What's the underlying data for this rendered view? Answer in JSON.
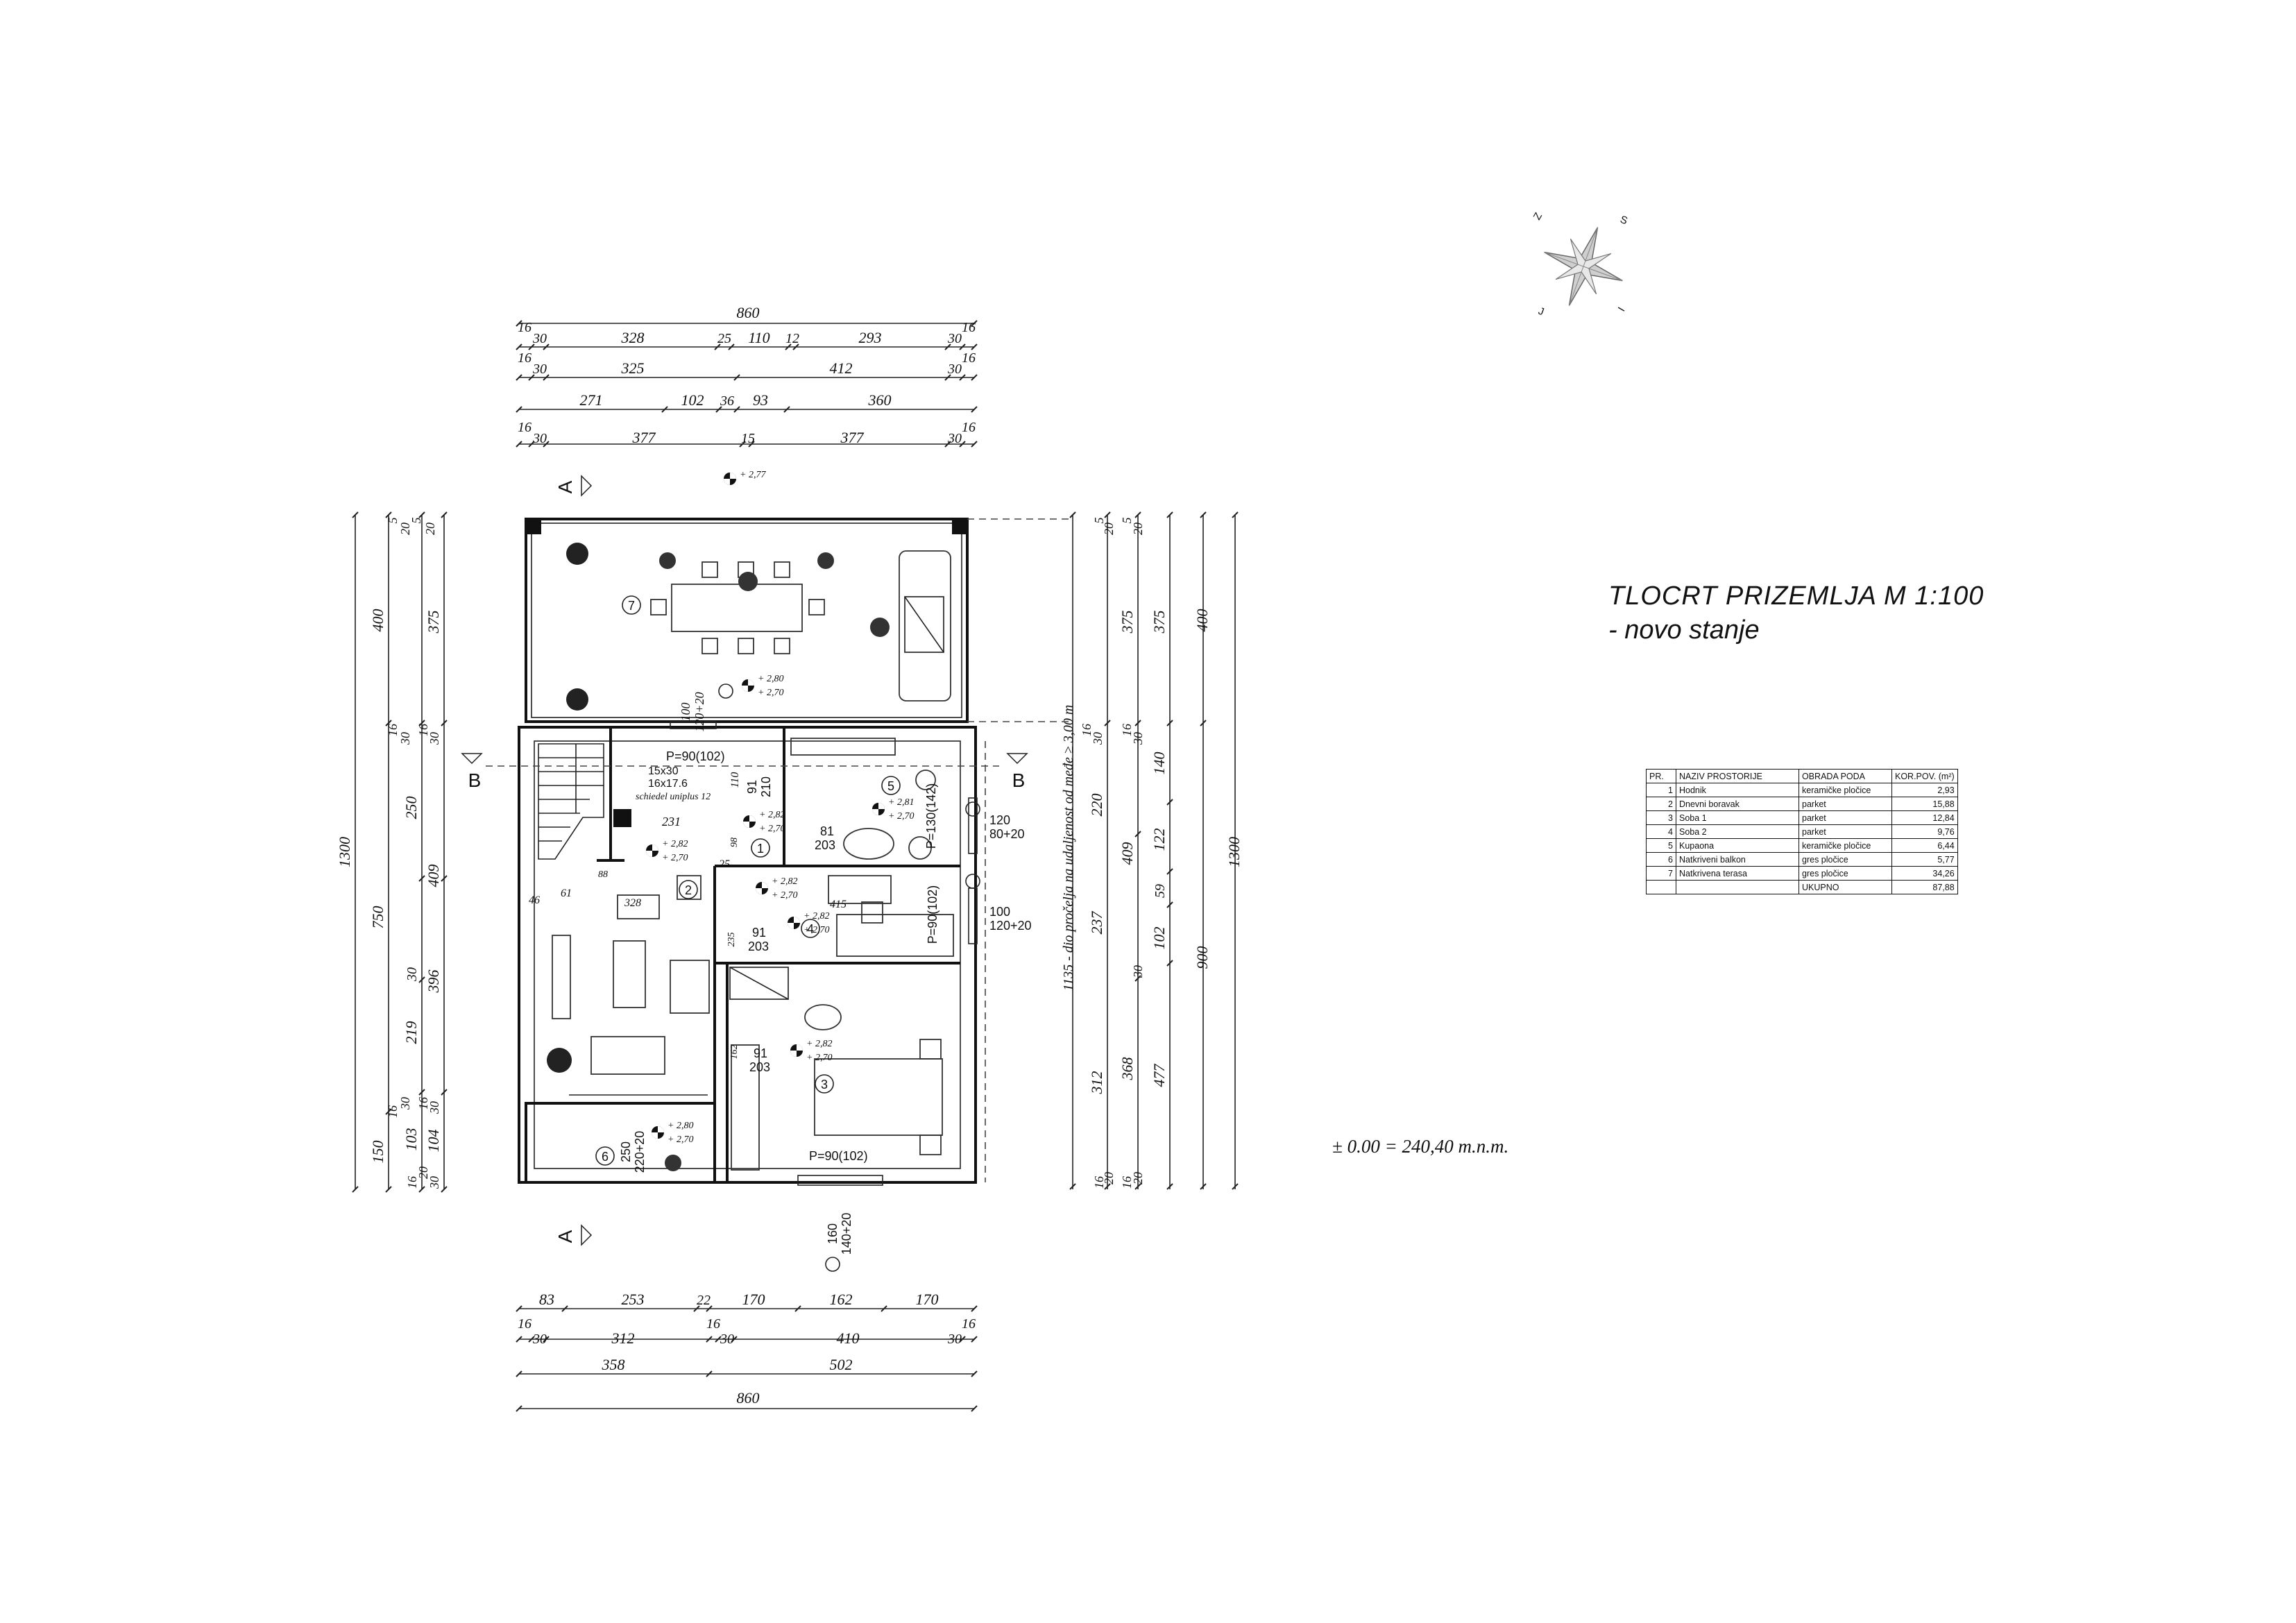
{
  "title": {
    "line1": "TLOCRT PRIZEMLJA  M 1:100",
    "line2": "- novo stanje"
  },
  "elevation_note": "± 0.00 = 240,40 m.n.m.",
  "compass": {
    "letters": [
      "S",
      "Z",
      "J",
      "I"
    ]
  },
  "table": {
    "headers": [
      "PR.",
      "NAZIV PROSTORIJE",
      "OBRADA PODA",
      "KOR.POV. (m²)"
    ],
    "rows": [
      {
        "n": "1",
        "name": "Hodnik",
        "floor": "keramičke pločice",
        "area": "2,93"
      },
      {
        "n": "2",
        "name": "Dnevni boravak",
        "floor": "parket",
        "area": "15,88"
      },
      {
        "n": "3",
        "name": "Soba 1",
        "floor": "parket",
        "area": "12,84"
      },
      {
        "n": "4",
        "name": "Soba 2",
        "floor": "parket",
        "area": "9,76"
      },
      {
        "n": "5",
        "name": "Kupaona",
        "floor": "keramičke pločice",
        "area": "6,44"
      },
      {
        "n": "6",
        "name": "Natkriveni balkon",
        "floor": "gres pločice",
        "area": "5,77"
      },
      {
        "n": "7",
        "name": "Natkrivena terasa",
        "floor": "gres pločice",
        "area": "34,26"
      }
    ],
    "total_label": "UKUPNO",
    "total": "87,88"
  },
  "section_markers": {
    "a": "A",
    "b": "B"
  },
  "room_numbers": [
    "1",
    "2",
    "3",
    "4",
    "5",
    "6",
    "7"
  ],
  "dims": {
    "top_total": "860",
    "top_r1": [
      "16",
      "30",
      "328",
      "25",
      "110",
      "12",
      "293",
      "30",
      "16"
    ],
    "top_r2": [
      "16",
      "30",
      "325",
      "412",
      "30",
      "16"
    ],
    "top_r3": [
      "271",
      "102",
      "36",
      "93",
      "360"
    ],
    "top_r4": [
      "16",
      "30",
      "377",
      "15",
      "377",
      "30",
      "16"
    ],
    "bot_r1": [
      "83",
      "253",
      "22",
      "170",
      "162",
      "170"
    ],
    "bot_r2": [
      "16",
      "30",
      "312",
      "16",
      "30",
      "410",
      "16",
      "30"
    ],
    "bot_r3": [
      "358",
      "502"
    ],
    "bot_total": "860",
    "left_total": "1300",
    "left_r1": [
      "400",
      "750",
      "150"
    ],
    "left_r2": [
      "5",
      "20",
      "5",
      "16",
      "30",
      "250",
      "30",
      "219",
      "103",
      "30",
      "16"
    ],
    "left_r3": [
      "20",
      "375",
      "16",
      "30",
      "409",
      "396",
      "16",
      "30",
      "104",
      "20",
      "16",
      "30"
    ],
    "right_total": "1300",
    "right_r1": [
      "400",
      "900"
    ],
    "right_r2": [
      "5",
      "20",
      "375",
      "16",
      "30",
      "220",
      "409",
      "237",
      "368",
      "20",
      "16"
    ],
    "right_r3": [
      "5",
      "20",
      "375",
      "16",
      "30",
      "140",
      "122",
      "59",
      "102",
      "30",
      "477",
      "20",
      "16"
    ],
    "right_far": "1135 - dio pročelja na udaljenost od međe ≥ 3,00 m",
    "right_inner": "312"
  },
  "heights": {
    "h_277": "+ 2,77",
    "h_280a": "+ 2,80",
    "h_270a": "+ 2,70",
    "h_282a": "+ 2,82",
    "h_270b": "+ 2,70",
    "h_281": "+ 2,81",
    "h_270c": "+ 2,70",
    "h_282b": "+ 2,82",
    "h_270d": "+ 2,70",
    "h_282c": "+ 2,82",
    "h_270e": "+ 2,70",
    "h_282d": "+ 2,82",
    "h_270f": "+ 2,70",
    "h_282e": "+ 2,82",
    "h_270g": "+ 2,70",
    "h_280b": "+ 2,80",
    "h_270h": "+ 2,70"
  },
  "openings": {
    "top_door_w": "100",
    "top_door_h": "120+20",
    "p90_top": "P=90(102)",
    "stair1": "15x30",
    "stair2": "16x17.6",
    "stair3": "schiedel uniplus 12",
    "d231": "231",
    "d110": "110",
    "d91a": "91",
    "d210": "210",
    "d81": "81",
    "d203a": "203",
    "p130": "P=130(142)",
    "win120": "120",
    "win80": "80+20",
    "d88": "88",
    "d61": "61",
    "d46": "46",
    "d328": "328",
    "d98": "98",
    "d25": "25",
    "d415": "415",
    "d235": "235",
    "d91b": "91",
    "d203b": "203",
    "p90mid": "P=90(102)",
    "win100": "100",
    "win120b": "120+20",
    "d162": "162",
    "d91c": "91",
    "d203c": "203",
    "p90bot": "P=90(102)",
    "d250": "250",
    "d220": "220+20",
    "d160": "160",
    "d140": "140+20"
  }
}
